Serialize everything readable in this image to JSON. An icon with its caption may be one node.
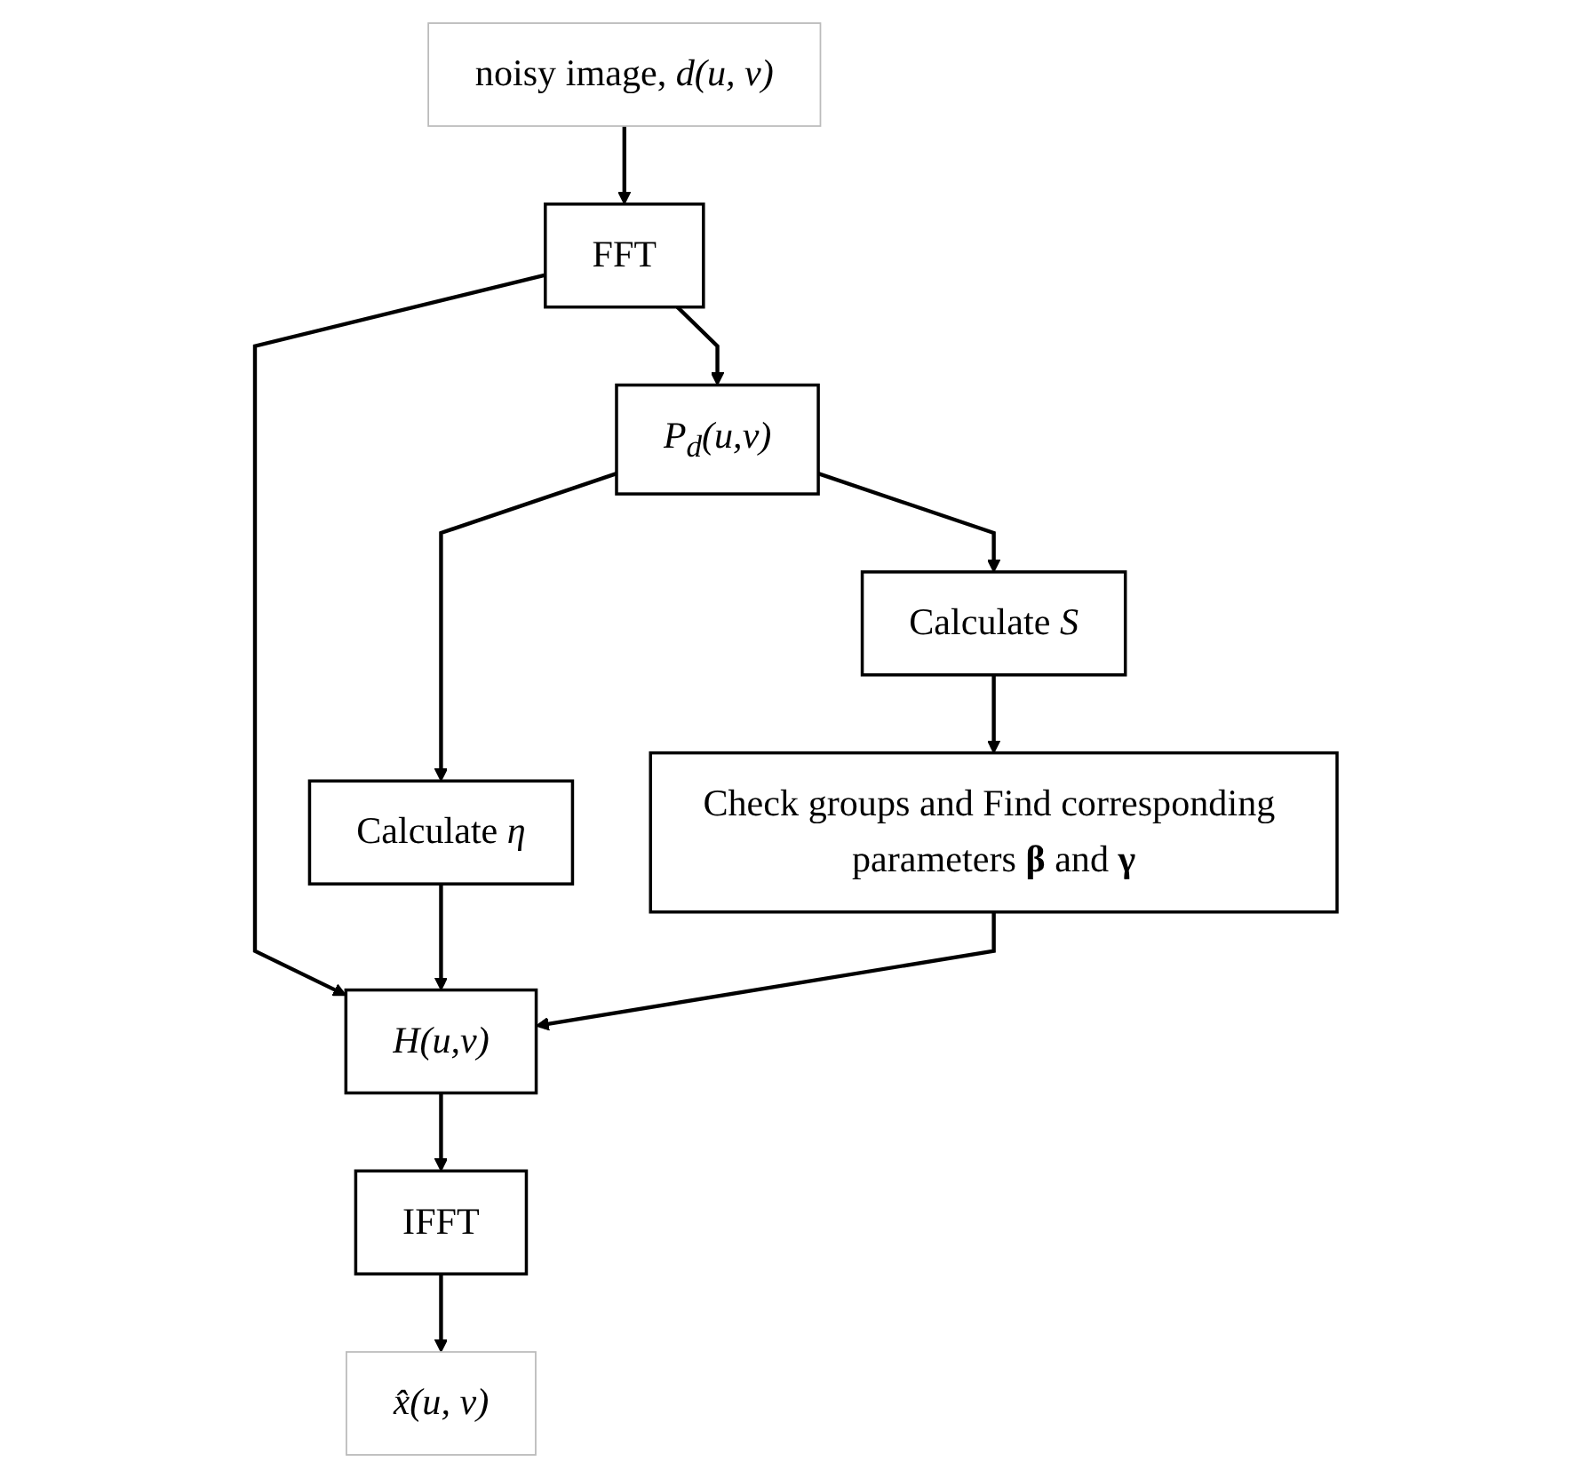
{
  "diagram": {
    "nodes": [
      {
        "text": [
          "noisy image, *d(u, v)*"
        ]
      },
      {
        "text": [
          "FFT"
        ]
      },
      {
        "text": [
          "P$_{d}$(u,v)"
        ]
      },
      {
        "text": [
          "Calculate *η*"
        ]
      },
      {
        "text": [
          "Calculate *S*"
        ]
      },
      {
        "text": [
          "Check groups and Find corresponding parameters **β** and **γ**"
        ]
      },
      {
        "text": [
          "H(u,v)"
        ]
      },
      {
        "text": [
          "IFFT"
        ]
      },
      {
        "text": [
          "x̂(u, v)"
        ]
      }
    ],
    "edges": [
      {
        "from": 0,
        "to": 1,
        "arrow": "to"
      },
      {
        "from": 1,
        "to": 6,
        "arrow": "to"
      },
      {
        "from": 1,
        "to": 2,
        "arrow": "to"
      },
      {
        "from": 2,
        "to": 3,
        "arrow": "to"
      },
      {
        "from": 2,
        "to": 4,
        "arrow": "to"
      },
      {
        "from": 4,
        "to": 5,
        "arrow": "to"
      },
      {
        "from": 3,
        "to": 6,
        "arrow": "to"
      },
      {
        "from": 5,
        "to": 6,
        "arrow": "to"
      },
      {
        "from": 6,
        "to": 7,
        "arrow": "to"
      },
      {
        "from": 7,
        "to": 8,
        "arrow": "to"
      }
    ]
  }
}
